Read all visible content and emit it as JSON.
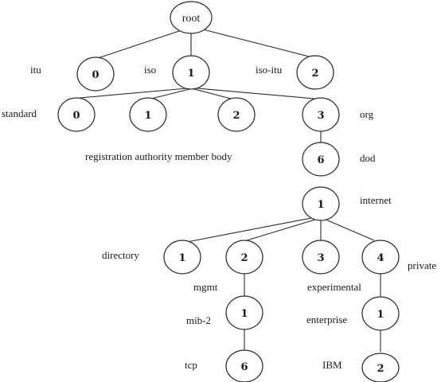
{
  "nodes": {
    "root": "root",
    "itu": "0",
    "iso": "1",
    "iso_itu": "2",
    "standard": "0",
    "registration_authority": "1",
    "member_body": "2",
    "org": "3",
    "dod": "6",
    "internet": "1",
    "directory": "1",
    "mgmt": "2",
    "experimental": "3",
    "private": "4",
    "mib2": "1",
    "enterprise": "1",
    "tcp": "6",
    "ibm": "2"
  },
  "labels": {
    "itu": "itu",
    "iso": "iso",
    "iso_itu": "iso-itu",
    "standard": "standard",
    "org": "org",
    "reg_member": "registration authority member body",
    "dod": "dod",
    "internet": "internet",
    "directory": "directory",
    "private": "private",
    "mgmt": "mgmt",
    "experimental": "experimental",
    "mib2": "mib-2",
    "enterprise": "enterprise",
    "tcp": "tcp",
    "ibm": "IBM"
  }
}
